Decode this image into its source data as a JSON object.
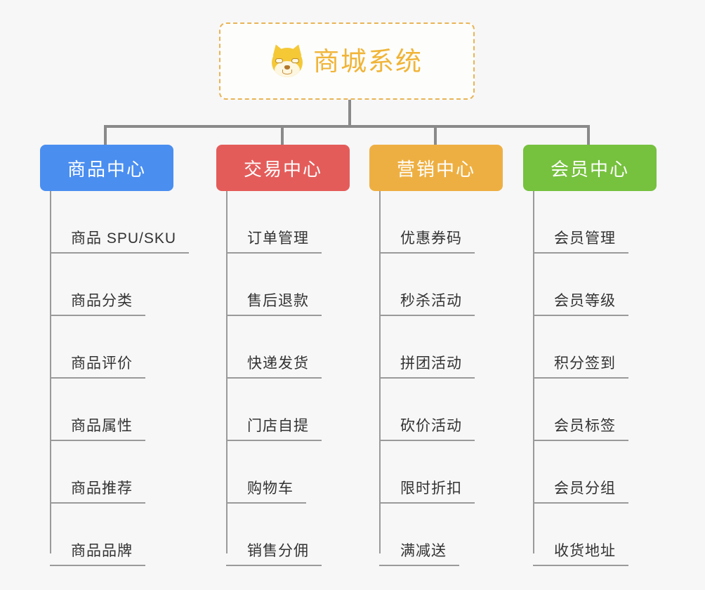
{
  "root": {
    "title": "商城系统",
    "icon": "shiba-dog-icon",
    "border_color": "#e8b455",
    "text_color": "#f0b437",
    "background": "#fdfdfc"
  },
  "canvas": {
    "background": "#f7f7f7",
    "connector_color": "#8a8a8a"
  },
  "columns": [
    {
      "label": "商品中心",
      "color": "#4a8ef0",
      "items": [
        "商品 SPU/SKU",
        "商品分类",
        "商品评价",
        "商品属性",
        "商品推荐",
        "商品品牌"
      ]
    },
    {
      "label": "交易中心",
      "color": "#e45c5a",
      "items": [
        "订单管理",
        "售后退款",
        "快递发货",
        "门店自提",
        "购物车",
        "销售分佣"
      ]
    },
    {
      "label": "营销中心",
      "color": "#eeaf42",
      "items": [
        "优惠券码",
        "秒杀活动",
        "拼团活动",
        "砍价活动",
        "限时折扣",
        "满减送"
      ]
    },
    {
      "label": "会员中心",
      "color": "#76c13e",
      "items": [
        "会员管理",
        "会员等级",
        "积分签到",
        "会员标签",
        "会员分组",
        "收货地址"
      ]
    }
  ]
}
